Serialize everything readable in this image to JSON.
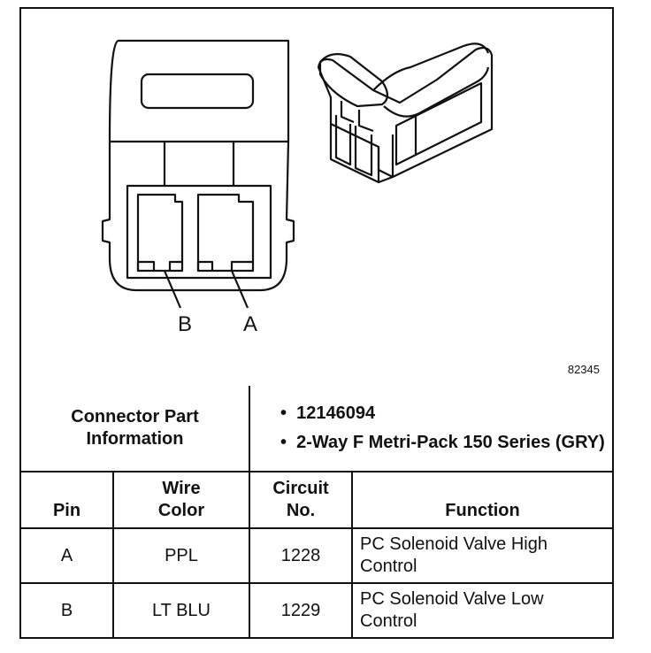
{
  "figure": {
    "number": "82345",
    "pin_labels": {
      "b": "B",
      "a": "A"
    }
  },
  "table": {
    "info_label": "Connector Part Information",
    "info_items": [
      "12146094",
      "2-Way F Metri-Pack 150 Series (GRY)"
    ],
    "headers": {
      "pin": "Pin",
      "wire_color": "Wire Color",
      "circuit_no": "Circuit No.",
      "function": "Function"
    },
    "rows": [
      {
        "pin": "A",
        "wire_color": "PPL",
        "circuit_no": "1228",
        "function": "PC Solenoid Valve High Control"
      },
      {
        "pin": "B",
        "wire_color": "LT BLU",
        "circuit_no": "1229",
        "function": "PC Solenoid Valve Low Control"
      }
    ]
  }
}
